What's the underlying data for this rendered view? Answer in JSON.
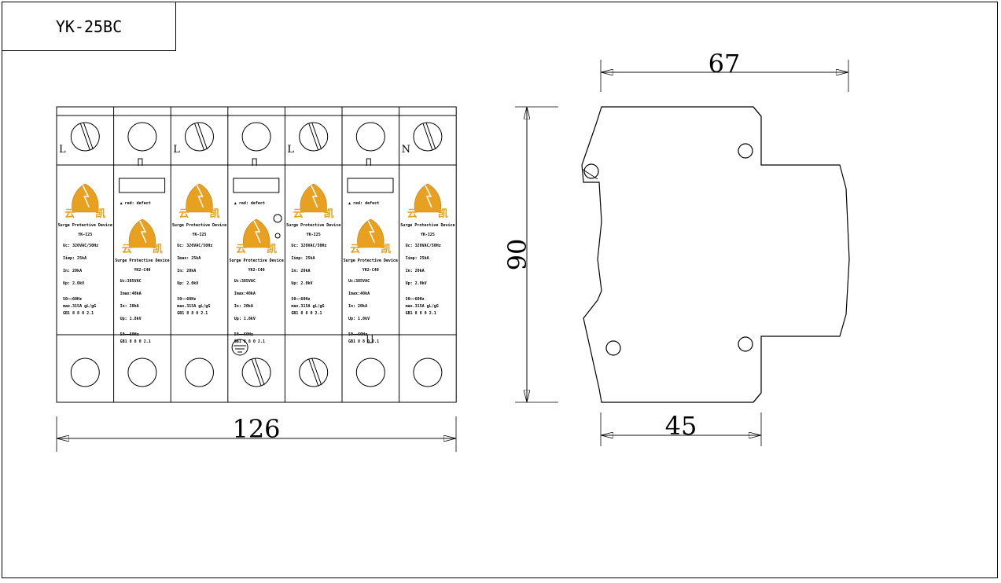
{
  "title": "YK-25BC",
  "dimensions": {
    "width_front": "126",
    "height": "90",
    "depth_top": "67",
    "depth_bottom": "45"
  },
  "brand_chars": "云 凯",
  "legend_status": "▲ red: defect",
  "colors": {
    "logo": "#e8a020",
    "line": "#000000"
  },
  "modules": [
    {
      "terminal": "L",
      "type": "spd",
      "model": "YK-I25",
      "device": "Surge Protective Device",
      "specs": [
        "Uc: 320VAC/50Hz",
        "Iimp: 25kA",
        "In: 20kA",
        "Up: 2.0kV"
      ],
      "footer": [
        "50——60Hz",
        "max.315A gL/gG",
        "GB1 8 8 0 2.1"
      ]
    },
    {
      "terminal": "",
      "type": "indicator",
      "model": "YK2-C40",
      "device": "Surge Protective Device",
      "specs": [
        "Uc:385VAC",
        "Imax:40kA",
        "In: 20kA",
        "Up: 1.8kV"
      ],
      "footer": [
        "50——60Hz",
        "GB1 8 8 0 2.1"
      ]
    },
    {
      "terminal": "L",
      "type": "spd",
      "model": "YK-I25",
      "device": "Surge Protective Device",
      "specs": [
        "Uc: 320VAC/50Hz",
        "Imax: 25kA",
        "In: 20kA",
        "Up: 2.0kV"
      ],
      "footer": [
        "50——60Hz",
        "max.315A gL/gG",
        "GB1 8 8 0 2.1"
      ]
    },
    {
      "terminal": "",
      "type": "indicator",
      "model": "YK2-C40",
      "device": "Surge Protective Device",
      "specs": [
        "Uc:385VAC",
        "Imax:40kA",
        "In: 20kA",
        "Up: 1.8kV"
      ],
      "footer": [
        "50——60Hz",
        "GB1 8 8 0 2.1"
      ]
    },
    {
      "terminal": "L",
      "type": "spd",
      "model": "YK-I25",
      "device": "Surge Protective Device",
      "specs": [
        "Uc: 320VAC/50Hz",
        "Iimp: 25kA",
        "In: 20kA",
        "Up: 2.0kV"
      ],
      "footer": [
        "50——60Hz",
        "max.315A gL/gG",
        "GB1 8 8 0 2.1"
      ]
    },
    {
      "terminal": "",
      "type": "indicator",
      "model": "YK2-C40",
      "device": "Surge Protective Device",
      "specs": [
        "Uc:385VAC",
        "Imax:40kA",
        "In: 20kA",
        "Up: 1.8kV"
      ],
      "footer": [
        "50——60Hz",
        "GB1 8 8 0 2.1"
      ]
    },
    {
      "terminal": "N",
      "type": "spd",
      "model": "YK-I25",
      "device": "Surge Protective Device",
      "specs": [
        "Uc: 320VAC/50Hz",
        "Iimp: 25kA",
        "In: 20kA",
        "Up: 2.0kV"
      ],
      "footer": [
        "50——60Hz",
        "max.315A gL/gG",
        "GB1 8 8 0 2.1"
      ]
    }
  ]
}
